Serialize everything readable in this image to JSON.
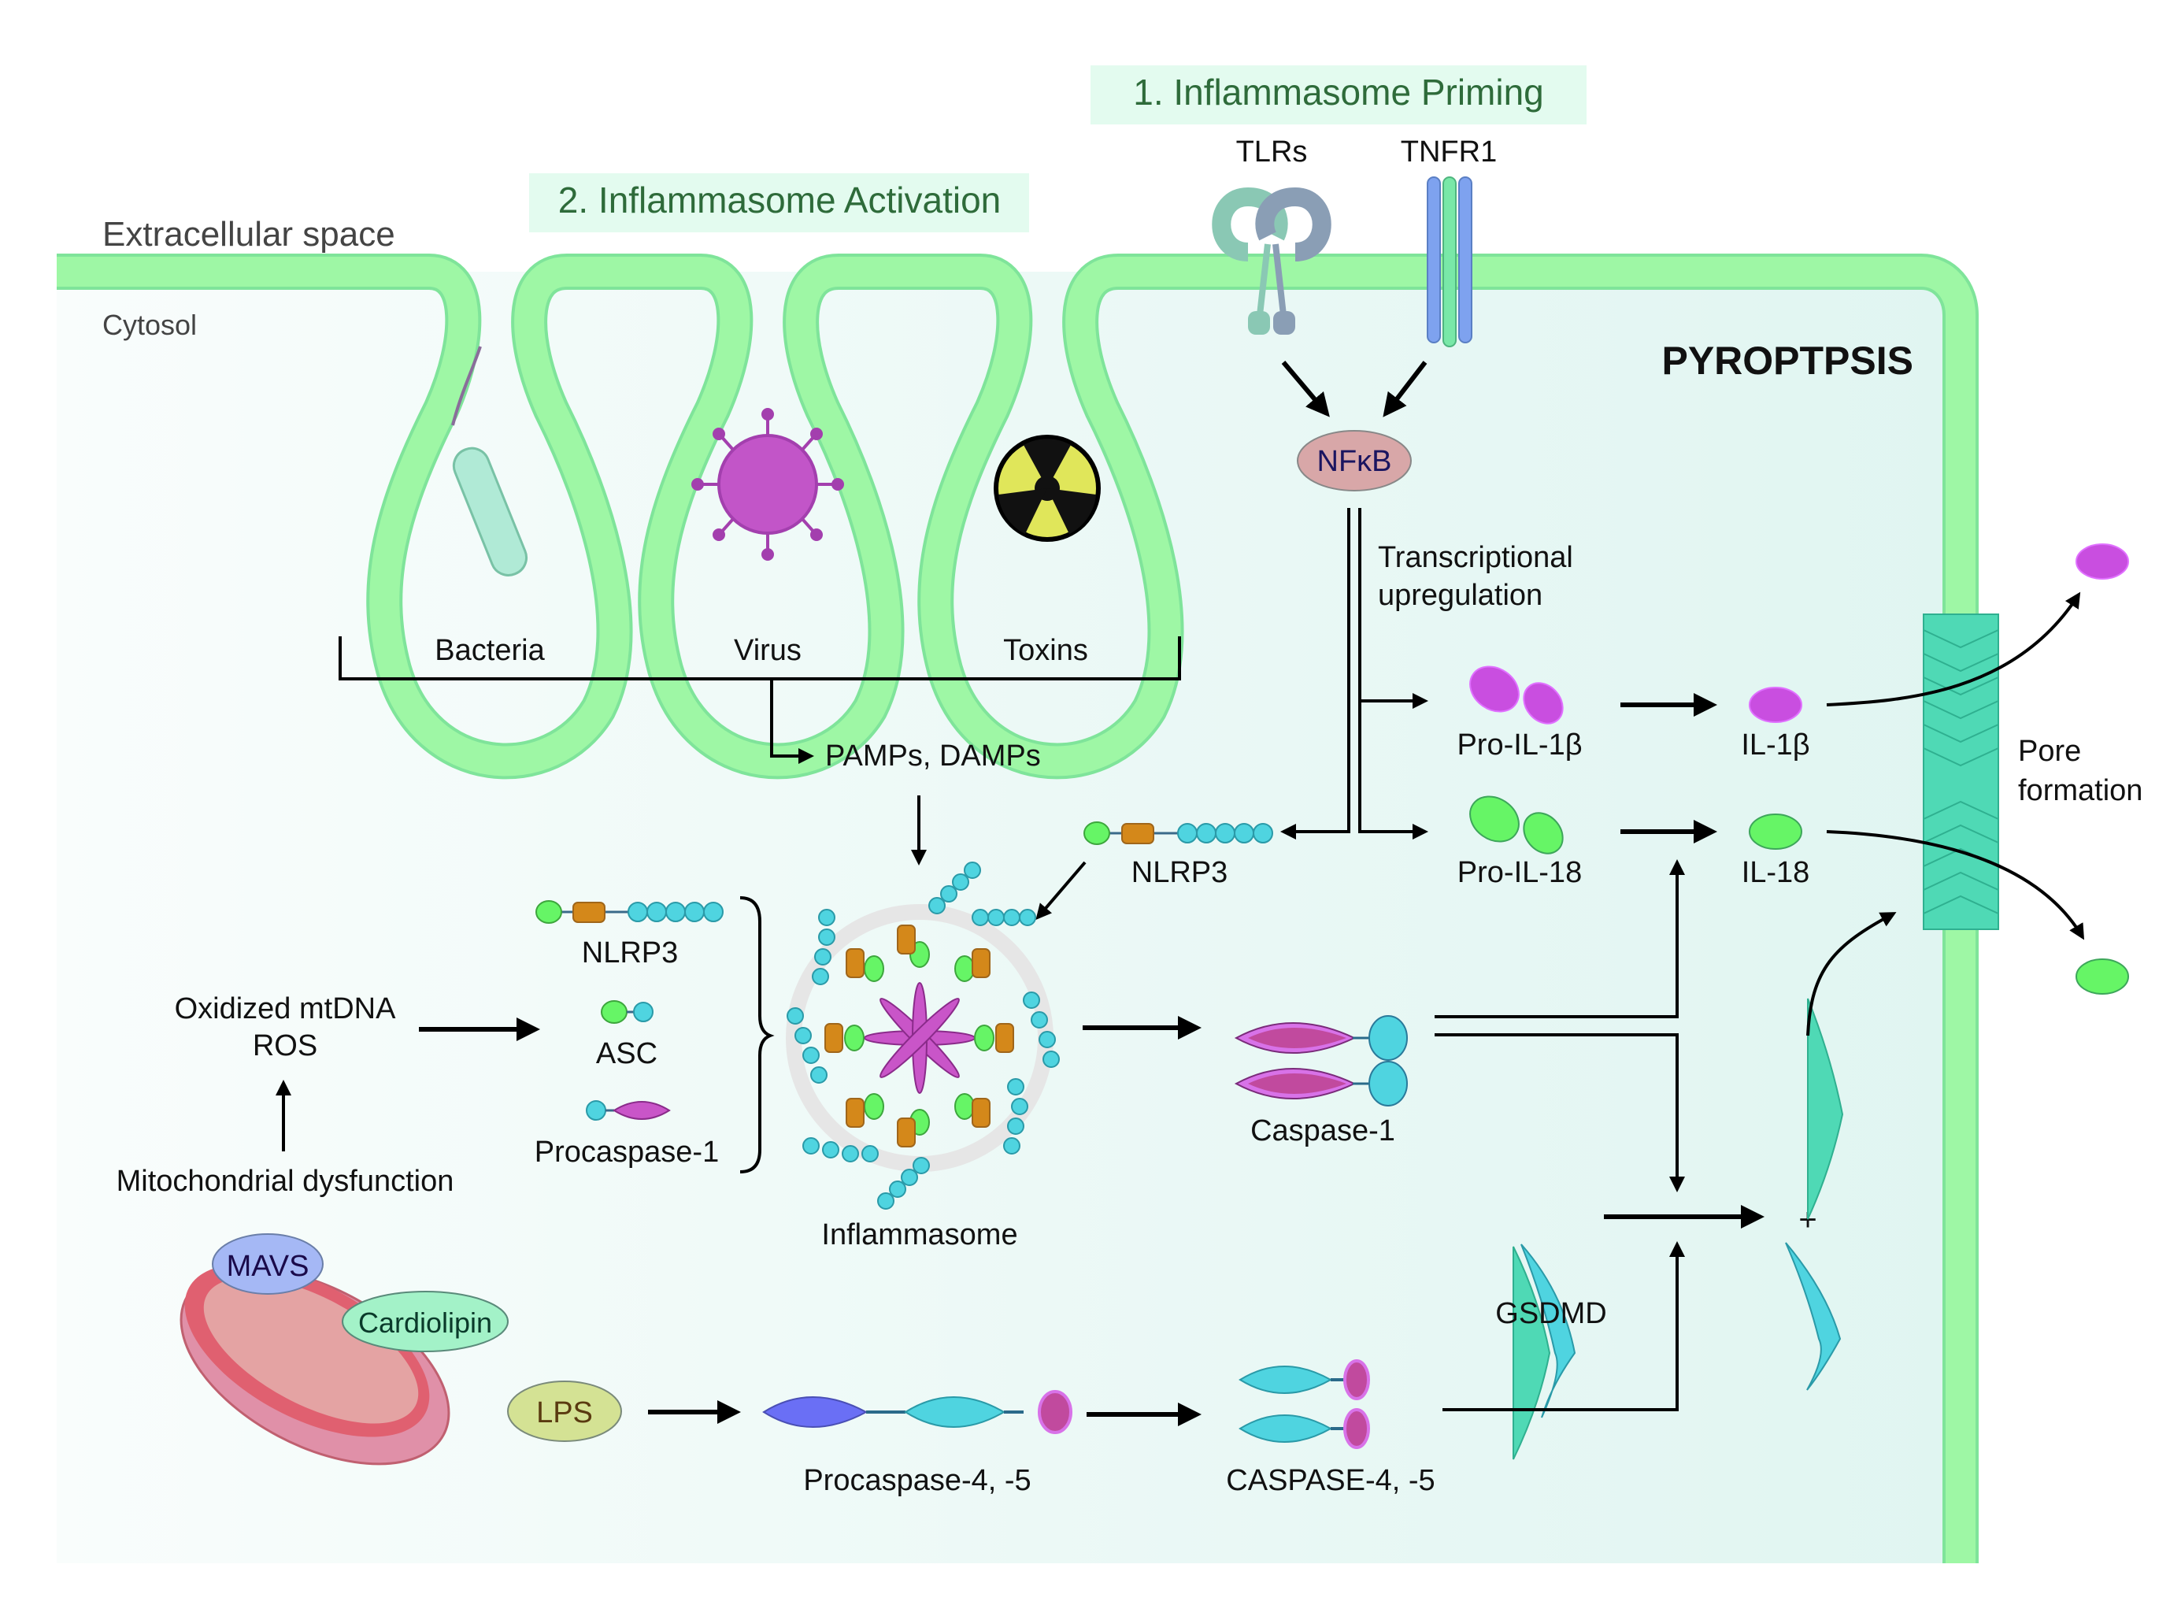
{
  "regions": {
    "extracellular": "Extracellular space",
    "cytosol": "Cytosol"
  },
  "stages": {
    "priming": "1. Inflammasome Priming",
    "activation": "2. Inflammasome Activation"
  },
  "title": "PYROPTPSIS",
  "receptors": {
    "tlrs": "TLRs",
    "tnfr1": "TNFR1"
  },
  "nfkb": "NFκB",
  "transcription": {
    "line1": "Transcriptional",
    "line2": "upregulation"
  },
  "pathogens": {
    "bacteria": "Bacteria",
    "virus": "Virus",
    "toxins": "Toxins"
  },
  "pamps": "PAMPs, DAMPs",
  "nlrp3_right": "NLRP3",
  "components": {
    "nlrp3": "NLRP3",
    "asc": "ASC",
    "procaspase1": "Procaspase-1"
  },
  "ros": {
    "line1": "Oxidized mtDNA",
    "line2": "ROS"
  },
  "mito_dysfunction": "Mitochondrial dysfunction",
  "inflammasome": "Inflammasome",
  "caspase1": "Caspase-1",
  "cytokines": {
    "pro_il1b": "Pro-IL-1β",
    "pro_il18": "Pro-IL-18",
    "il1b": "IL-1β",
    "il18": "IL-18"
  },
  "pore": {
    "line1": "Pore",
    "line2": "formation"
  },
  "gsdmd": "GSDMD",
  "plus": "+",
  "mito": {
    "mavs": "MAVS",
    "cardiolipin": "Cardiolipin"
  },
  "lps": "LPS",
  "procaspase45": "Procaspase-4, -5",
  "caspase45": "CASPASE-4, -5",
  "colors": {
    "membrane": "#9ef7a5",
    "membrane_edge": "#7fe49a",
    "cytosol_bg": "#e6f7f3",
    "magenta": "#c94ee0",
    "green_protein": "#66f566",
    "cyan_protein": "#4fd4e0",
    "orange_protein": "#d4881a",
    "teal_gsdmd": "#4fd9b5",
    "nfkb": "#d8a7a8",
    "title_green": "#2e6b3a"
  }
}
